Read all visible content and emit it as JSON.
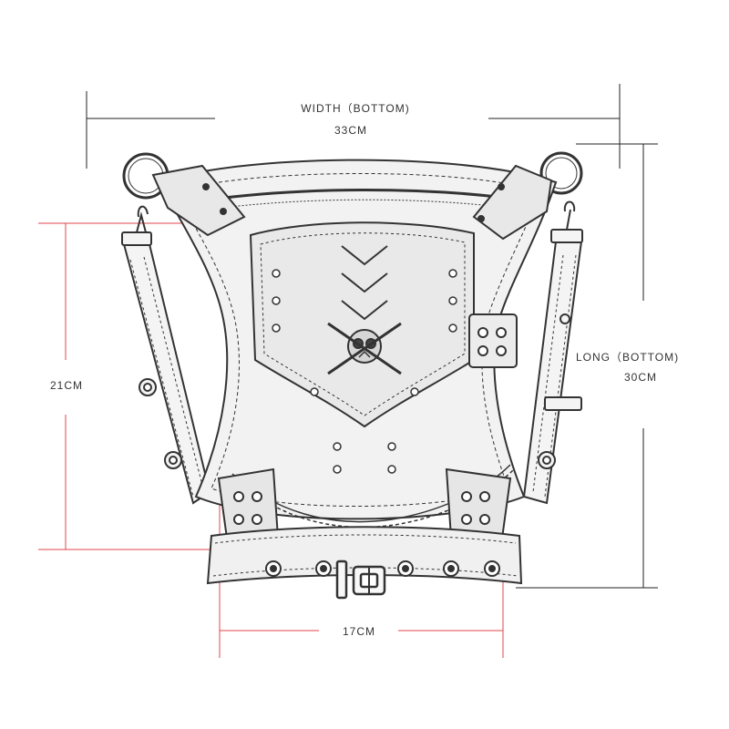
{
  "dimensions": {
    "width_heading": "WIDTH（BOTTOM)",
    "width_value": "33CM",
    "height_value": "21CM",
    "long_heading": "LONG（BOTTOM)",
    "long_value": "30CM",
    "bottom_value": "17CM"
  },
  "colors": {
    "outline": "#333333",
    "measure_red": "#e0444a",
    "measure_black": "#222222",
    "metal": "#f4f4f4"
  }
}
